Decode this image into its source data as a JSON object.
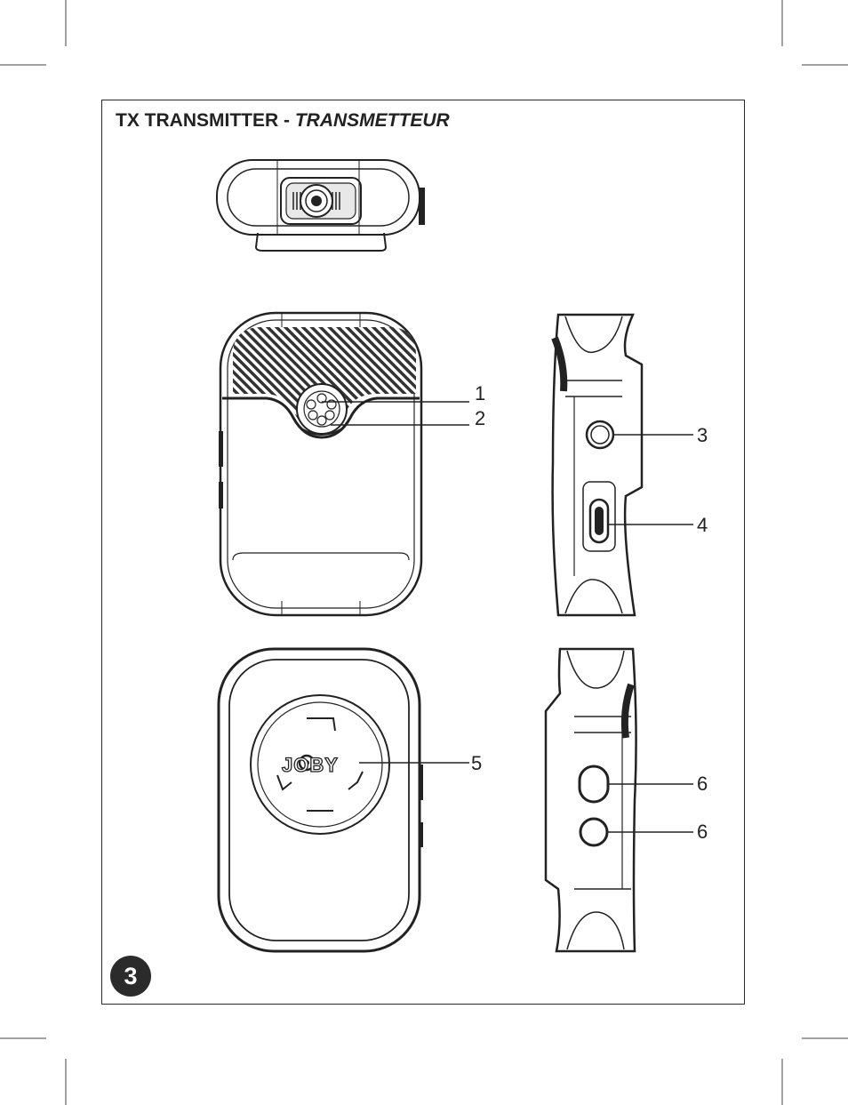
{
  "title": {
    "main": "TX TRANSMITTER - ",
    "translation": "TRANSMETTEUR"
  },
  "page_number": "3",
  "logo_text": "JOBY",
  "callouts": [
    {
      "id": "1",
      "label": "1"
    },
    {
      "id": "2",
      "label": "2"
    },
    {
      "id": "3",
      "label": "3"
    },
    {
      "id": "4",
      "label": "4"
    },
    {
      "id": "5",
      "label": "5"
    },
    {
      "id": "6a",
      "label": "6"
    },
    {
      "id": "6b",
      "label": "6"
    }
  ],
  "colors": {
    "line": "#222222",
    "grille": "#333333",
    "badge": "#2b2b2b"
  }
}
